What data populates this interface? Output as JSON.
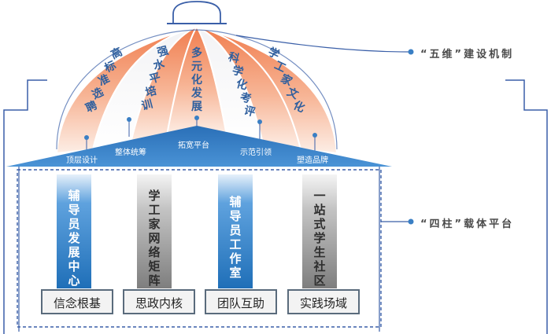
{
  "dome_ribs": [
    "高标准选聘",
    "强水平培训",
    "多元化发展",
    "科学化考评",
    "学工家文化"
  ],
  "roof_labels": [
    "顶层设计",
    "整体统筹",
    "拓宽平台",
    "示范引领",
    "塑造品牌"
  ],
  "pillars": [
    {
      "text": "辅导员发展中心",
      "base": "信念根基",
      "style": "blue"
    },
    {
      "text": "学工家网络矩阵",
      "base": "思政内核",
      "style": "gray"
    },
    {
      "text": "辅导员工作室",
      "base": "团队互助",
      "style": "blue"
    },
    {
      "text": "一站式学生社区",
      "base": "实践场域",
      "style": "gray"
    }
  ],
  "side_labels": {
    "top": "“五维”建设机制",
    "bottom": "“四柱”载体平台"
  },
  "colors": {
    "dome_orange": "#f08a5d",
    "roof_blue": "#3a7fc4",
    "pillar_blue": "#2f7fc8",
    "pillar_gray": "#9a9a9a",
    "outline": "#3a5fa8"
  }
}
